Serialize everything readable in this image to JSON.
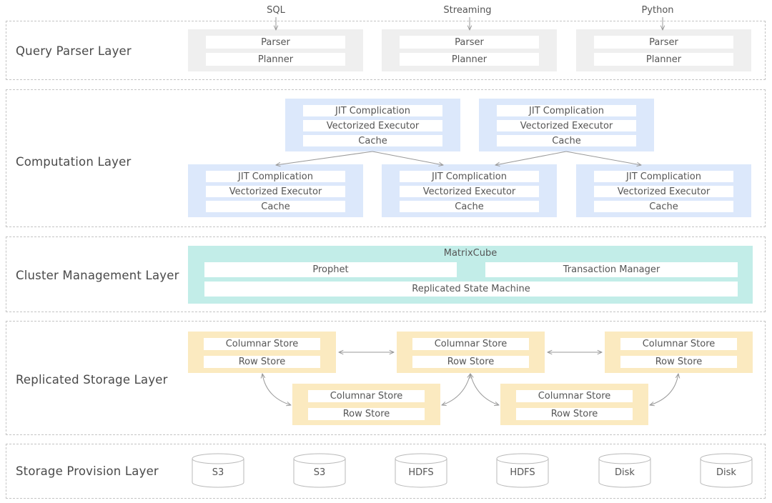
{
  "inputs": [
    "SQL",
    "Streaming",
    "Python"
  ],
  "layers": {
    "query_parser": "Query Parser Layer",
    "computation": "Computation Layer",
    "cluster_management": "Cluster Management Layer",
    "replicated_storage": "Replicated Storage Layer",
    "storage_provision": "Storage Provision Layer"
  },
  "parser_nodes": [
    {
      "rows": [
        "Parser",
        "Planner"
      ]
    },
    {
      "rows": [
        "Parser",
        "Planner"
      ]
    },
    {
      "rows": [
        "Parser",
        "Planner"
      ]
    }
  ],
  "compute_upper": [
    {
      "rows": [
        "JIT Complication",
        "Vectorized Executor",
        "Cache"
      ]
    },
    {
      "rows": [
        "JIT Complication",
        "Vectorized Executor",
        "Cache"
      ]
    }
  ],
  "compute_lower": [
    {
      "rows": [
        "JIT Complication",
        "Vectorized Executor",
        "Cache"
      ]
    },
    {
      "rows": [
        "JIT Complication",
        "Vectorized Executor",
        "Cache"
      ]
    },
    {
      "rows": [
        "JIT Complication",
        "Vectorized Executor",
        "Cache"
      ]
    }
  ],
  "cluster": {
    "title": "MatrixCube",
    "left": "Prophet",
    "right": "Transaction Manager",
    "bottom": "Replicated State Machine"
  },
  "storage_upper": [
    {
      "rows": [
        "Columnar Store",
        "Row Store"
      ]
    },
    {
      "rows": [
        "Columnar Store",
        "Row Store"
      ]
    },
    {
      "rows": [
        "Columnar Store",
        "Row Store"
      ]
    }
  ],
  "storage_lower": [
    {
      "rows": [
        "Columnar Store",
        "Row Store"
      ]
    },
    {
      "rows": [
        "Columnar Store",
        "Row Store"
      ]
    }
  ],
  "disks": [
    "S3",
    "S3",
    "HDFS",
    "HDFS",
    "Disk",
    "Disk"
  ],
  "colors": {
    "parser_fill": "#efefef",
    "compute_fill": "#dce8fb",
    "cluster_fill": "#c2ede8",
    "storage_fill": "#fbeac0",
    "connector": "#9a9a9a",
    "border": "#c4c4c4"
  }
}
